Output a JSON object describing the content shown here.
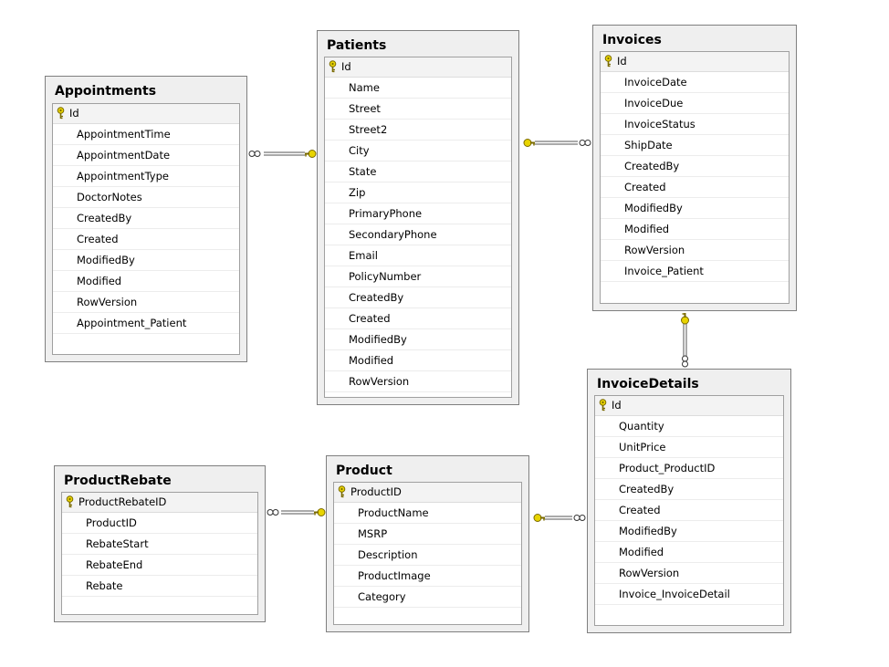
{
  "tables": {
    "appointments": {
      "title": "Appointments",
      "pk": "Id",
      "columns": [
        "AppointmentTime",
        "AppointmentDate",
        "AppointmentType",
        "DoctorNotes",
        "CreatedBy",
        "Created",
        "ModifiedBy",
        "Modified",
        "RowVersion",
        "Appointment_Patient"
      ]
    },
    "patients": {
      "title": "Patients",
      "pk": "Id",
      "columns": [
        "Name",
        "Street",
        "Street2",
        "City",
        "State",
        "Zip",
        "PrimaryPhone",
        "SecondaryPhone",
        "Email",
        "PolicyNumber",
        "CreatedBy",
        "Created",
        "ModifiedBy",
        "Modified",
        "RowVersion"
      ]
    },
    "invoices": {
      "title": "Invoices",
      "pk": "Id",
      "columns": [
        "InvoiceDate",
        "InvoiceDue",
        "InvoiceStatus",
        "ShipDate",
        "CreatedBy",
        "Created",
        "ModifiedBy",
        "Modified",
        "RowVersion",
        "Invoice_Patient"
      ]
    },
    "invoicedetails": {
      "title": "InvoiceDetails",
      "pk": "Id",
      "columns": [
        "Quantity",
        "UnitPrice",
        "Product_ProductID",
        "CreatedBy",
        "Created",
        "ModifiedBy",
        "Modified",
        "RowVersion",
        "Invoice_InvoiceDetail"
      ]
    },
    "productrebate": {
      "title": "ProductRebate",
      "pk": "ProductRebateID",
      "columns": [
        "ProductID",
        "RebateStart",
        "RebateEnd",
        "Rebate"
      ]
    },
    "product": {
      "title": "Product",
      "pk": "ProductID",
      "columns": [
        "ProductName",
        "MSRP",
        "Description",
        "ProductImage",
        "Category"
      ]
    }
  },
  "relationships": [
    {
      "one": "patients",
      "many": "appointments"
    },
    {
      "one": "patients",
      "many": "invoices"
    },
    {
      "one": "invoices",
      "many": "invoicedetails"
    },
    {
      "one": "product",
      "many": "productrebate"
    },
    {
      "one": "product",
      "many": "invoicedetails"
    }
  ],
  "colors": {
    "key_icon": "#e8d400",
    "line": "#555555",
    "panel": "#efefef"
  }
}
